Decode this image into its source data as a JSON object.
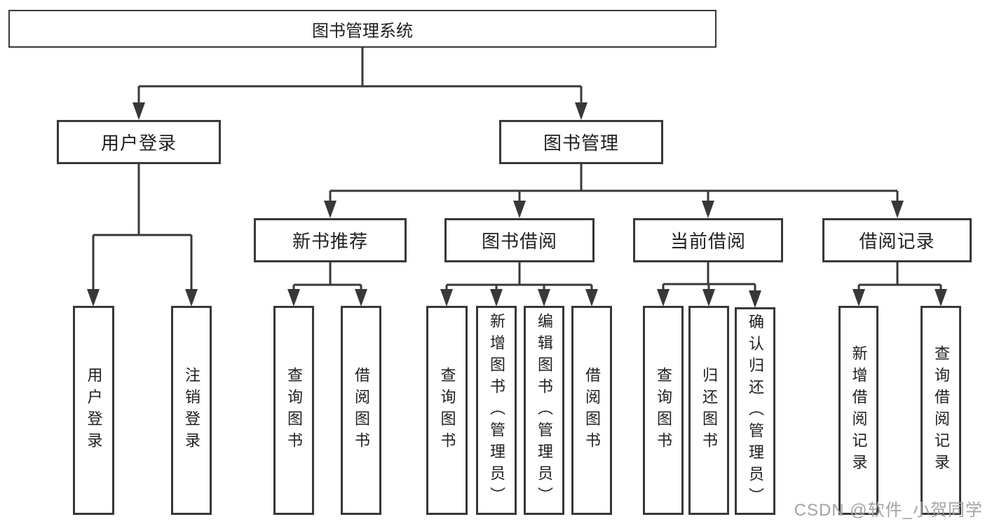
{
  "nodes": {
    "root": "图书管理系统",
    "level2": [
      "用户登录",
      "图书管理"
    ],
    "level3": [
      "新书推荐",
      "图书借阅",
      "当前借阅",
      "借阅记录"
    ],
    "leaves": [
      "用户登录",
      "注销登录",
      "查询图书",
      "借阅图书",
      "查询图书",
      "新增图书（管理员）",
      "编辑图书（管理员）",
      "借阅图书",
      "查询图书",
      "归还图书",
      "确认归还（管理员）",
      "新增借阅记录",
      "查询借阅记录"
    ]
  },
  "watermark": {
    "text": "CSDN @软件_小贺同学"
  },
  "colors": {
    "line": "#38383a",
    "text": "#1f1f23",
    "watermark": "#a3a3a8",
    "background": "#ffffff"
  }
}
